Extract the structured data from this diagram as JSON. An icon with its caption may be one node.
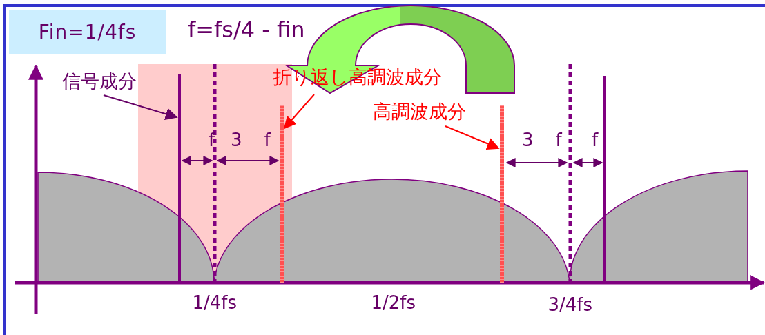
{
  "diagram": {
    "title": "f=fs/4 - fin",
    "nodes": [
      {
        "text": [
          "Fin=1/4fs"
        ]
      },
      {
        "text": [
          "信号成分"
        ]
      },
      {
        "text": [],
        "shape": "bar"
      },
      {
        "text": [
          "折り返し高調波成分"
        ]
      },
      {
        "text": [],
        "shape": "bar"
      },
      {
        "text": [
          "高調波成分"
        ]
      },
      {
        "text": [],
        "shape": "bar"
      }
    ],
    "edges": [
      {
        "from": 1,
        "to": 2,
        "arrow": "to",
        "color": "#660066"
      },
      {
        "from": 3,
        "to": 4,
        "arrow": "to"
      },
      {
        "from": 5,
        "to": 6,
        "arrow": "to"
      }
    ],
    "labels": [
      "f",
      "3f",
      "3f",
      "f",
      "1/4fs",
      "1/2fs",
      "3/4fs"
    ]
  }
}
